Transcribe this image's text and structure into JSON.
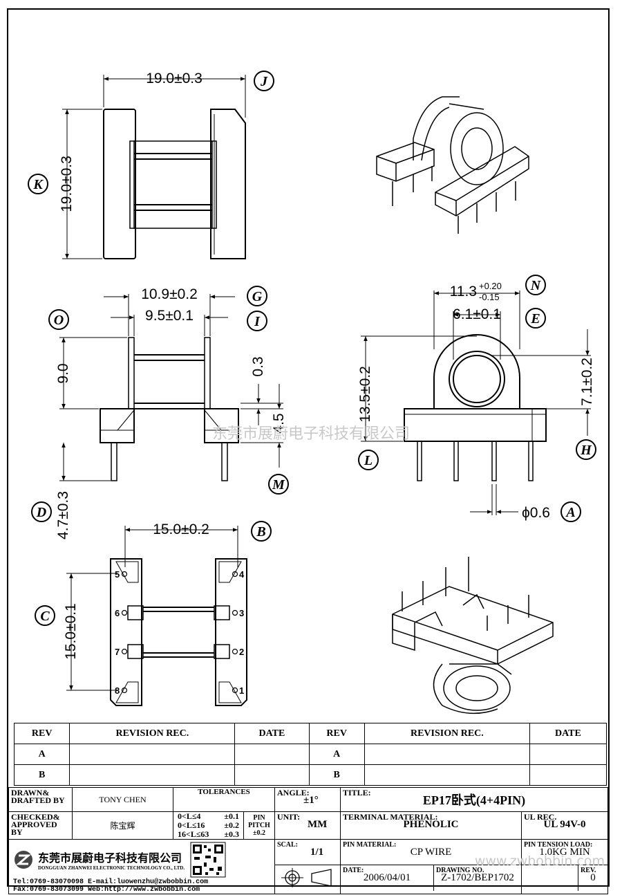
{
  "dimensions": {
    "top_width": "19.0±0.3",
    "top_height": "19.0±0.3",
    "side_outer": "10.9±0.2",
    "side_inner": "9.5±0.1",
    "side_height": "9.0",
    "side_03": "0.3",
    "side_45": "4.5",
    "side_pin": "4.7±0.3",
    "front_width": "11.3",
    "front_width_tol_plus": "+0.20",
    "front_width_tol_minus": "-0.15",
    "front_inner": "6.1±0.1",
    "front_height": "13.5±0.2",
    "front_71": "7.1±0.2",
    "pin_dia": "ϕ0.6",
    "bottom_width": "15.0±0.2",
    "bottom_height": "15.0±0.1"
  },
  "labels": [
    "J",
    "K",
    "G",
    "I",
    "O",
    "N",
    "E",
    "L",
    "H",
    "M",
    "D",
    "A",
    "B",
    "C"
  ],
  "pin_numbers": {
    "left": [
      "5",
      "6",
      "7",
      "8"
    ],
    "right": [
      "4",
      "3",
      "2",
      "1"
    ]
  },
  "watermark": "东莞市展蔚电子科技有限公司",
  "revision_table": {
    "headers": [
      "REV",
      "REVISION REC.",
      "DATE",
      "REV",
      "REVISION REC.",
      "DATE"
    ],
    "rows": [
      [
        "A",
        "",
        "",
        "A",
        "",
        ""
      ],
      [
        "B",
        "",
        "",
        "B",
        "",
        ""
      ]
    ]
  },
  "title_block": {
    "drawn_caption": "DRAWN& DRAFTED BY",
    "drawn_name": "TONY CHEN",
    "checked_caption": "CHECKED& APPROVED BY",
    "checked_name": "陈宝辉",
    "tolerances_caption": "TOLERANCES",
    "tol_range_1": "0<L≤4",
    "tol_val_1": "±0.1",
    "tol_range_2": "0<L≤16",
    "tol_val_2": "±0.2",
    "tol_range_3": "16<L≤63",
    "tol_val_3": "±0.3",
    "pin_pitch_caption": "PIN PITCH",
    "pin_pitch_value": "±0.2",
    "angle_caption": "ANGLE:",
    "angle_value": "±1°",
    "unit_caption": "UNIT:",
    "unit_value": "MM",
    "scale_caption": "SCAL:",
    "scale_value": "1/1",
    "title_caption": "TITLE:",
    "title_value": "EP17卧式(4+4PIN)",
    "terminal_caption": "TERMINAL MATERIAL:",
    "terminal_value": "PHENOLIC",
    "ul_caption": "UL REC.",
    "ul_value": "UL 94V-0",
    "pin_material_caption": "PIN MATERIAL:",
    "pin_material_value": "CP WIRE",
    "pin_tension_caption": "PIN TENSION LOAD:",
    "pin_tension_value": "1.0KG MIN",
    "date_caption": "DATE:",
    "date_value": "2006/04/01",
    "drawing_no_caption": "DRAWING NO.",
    "drawing_no_value": "Z-1702/BEP1702",
    "rev_caption": "REV.",
    "rev_value": "0",
    "company_cn": "东莞市展蔚电子科技有限公司",
    "company_en": "DONGGUAN ZHANWEI ELECTRONIC TECHNOLOGY CO., LTD.",
    "tel": "Tel:0769-83070098",
    "email": "E-mail:luowenzhu@zwbobbin.com",
    "fax": "Fax:0769-83073099",
    "web": "Web:http://www.zwbobbin.com",
    "web_watermark": "www.zwbobbin.com"
  }
}
